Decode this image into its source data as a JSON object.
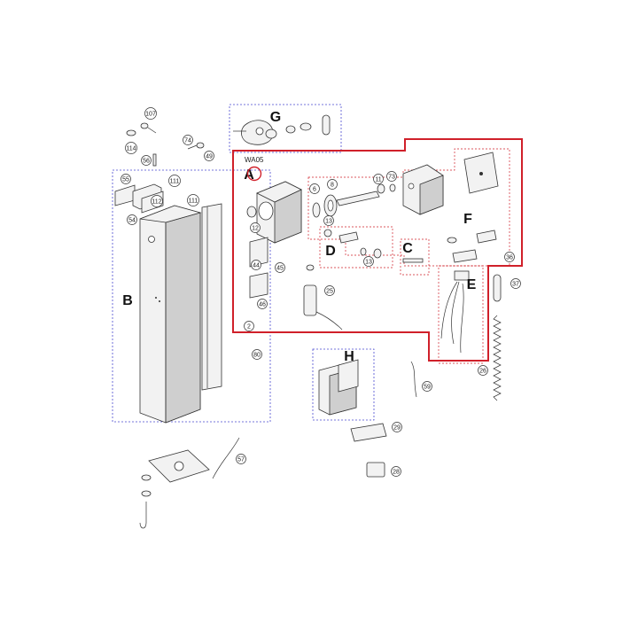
{
  "model_label": "WA05",
  "colors": {
    "red_frame": "#d0202a",
    "blue_frame": "#4a4ad0",
    "line": "#333333"
  },
  "groups": [
    {
      "id": "A",
      "label": "A"
    },
    {
      "id": "B",
      "label": "B"
    },
    {
      "id": "C",
      "label": "C"
    },
    {
      "id": "D",
      "label": "D"
    },
    {
      "id": "E",
      "label": "E"
    },
    {
      "id": "F",
      "label": "F"
    },
    {
      "id": "G",
      "label": "G"
    },
    {
      "id": "H",
      "label": "H"
    }
  ],
  "callouts": [
    {
      "id": "107",
      "label": "107"
    },
    {
      "id": "114",
      "label": "114"
    },
    {
      "id": "74",
      "label": "74"
    },
    {
      "id": "49",
      "label": "49"
    },
    {
      "id": "56",
      "label": "56"
    },
    {
      "id": "55",
      "label": "55"
    },
    {
      "id": "111a",
      "label": "111"
    },
    {
      "id": "112",
      "label": "112"
    },
    {
      "id": "111b",
      "label": "111"
    },
    {
      "id": "54",
      "label": "54"
    },
    {
      "id": "2",
      "label": "2"
    },
    {
      "id": "80",
      "label": "80"
    },
    {
      "id": "12",
      "label": "12"
    },
    {
      "id": "6",
      "label": "6"
    },
    {
      "id": "8",
      "label": "8"
    },
    {
      "id": "13a",
      "label": "13"
    },
    {
      "id": "11",
      "label": "11"
    },
    {
      "id": "73",
      "label": "73"
    },
    {
      "id": "13b",
      "label": "13"
    },
    {
      "id": "44",
      "label": "44"
    },
    {
      "id": "45",
      "label": "45"
    },
    {
      "id": "46",
      "label": "46"
    },
    {
      "id": "25",
      "label": "25"
    },
    {
      "id": "36",
      "label": "36"
    },
    {
      "id": "37",
      "label": "37"
    },
    {
      "id": "26",
      "label": "26"
    },
    {
      "id": "59",
      "label": "59"
    },
    {
      "id": "29",
      "label": "29"
    },
    {
      "id": "28",
      "label": "28"
    },
    {
      "id": "57",
      "label": "57"
    }
  ]
}
